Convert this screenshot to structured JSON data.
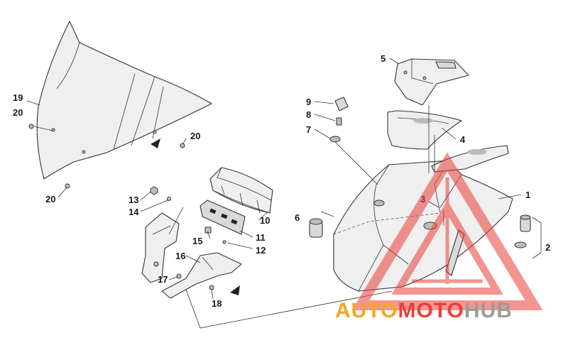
{
  "callouts": [
    "1",
    "2",
    "3",
    "4",
    "5",
    "6",
    "7",
    "8",
    "9",
    "10",
    "11",
    "12",
    "13",
    "14",
    "15",
    "16",
    "17",
    "18",
    "19",
    "20"
  ],
  "watermark": {
    "text_a": "AUTO",
    "text_b": "MOTO",
    "text_c": "HUB",
    "color_a": "#f5a623",
    "color_b": "#e8403a",
    "color_c": "#9b9b9b"
  }
}
